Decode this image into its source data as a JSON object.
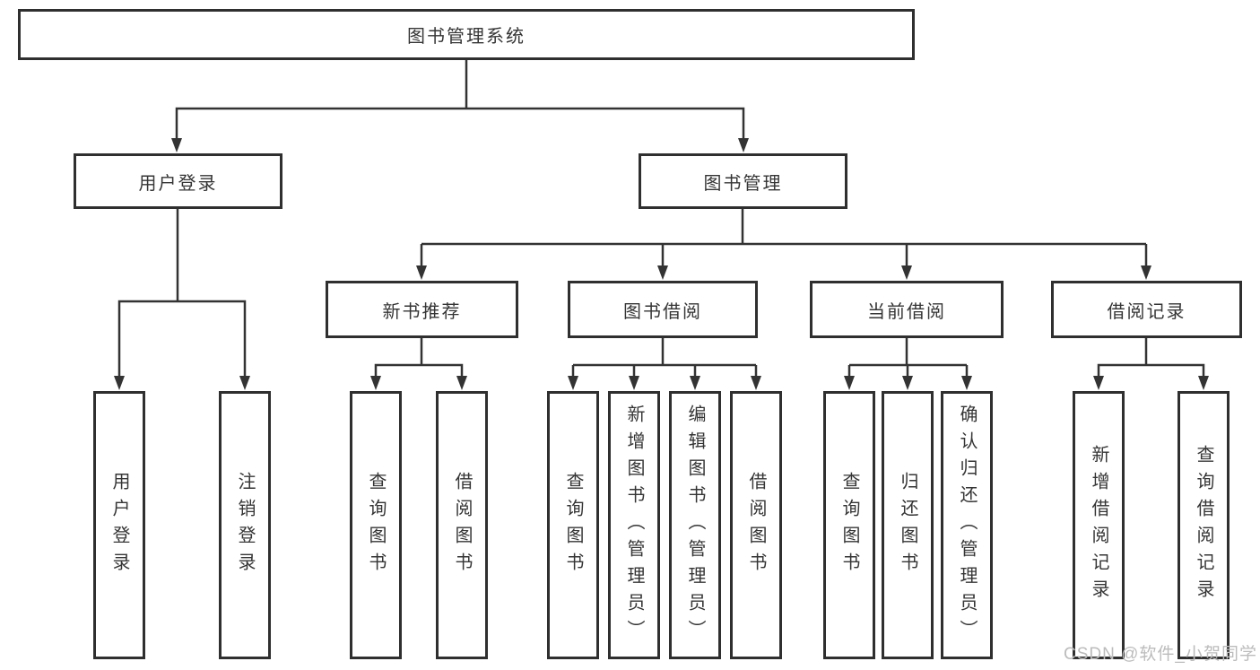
{
  "diagram": {
    "title": "图书管理系统",
    "root": {
      "label": "图书管理系统"
    },
    "level2": [
      {
        "label": "用户登录"
      },
      {
        "label": "图书管理"
      }
    ],
    "level3": [
      {
        "label": "新书推荐",
        "parent": "图书管理"
      },
      {
        "label": "图书借阅",
        "parent": "图书管理"
      },
      {
        "label": "当前借阅",
        "parent": "图书管理"
      },
      {
        "label": "借阅记录",
        "parent": "图书管理"
      }
    ],
    "leaves": [
      {
        "label": "用户登录",
        "parent": "用户登录"
      },
      {
        "label": "注销登录",
        "parent": "用户登录"
      },
      {
        "label": "查询图书",
        "parent": "新书推荐"
      },
      {
        "label": "借阅图书",
        "parent": "新书推荐"
      },
      {
        "label": "查询图书",
        "parent": "图书借阅"
      },
      {
        "label": "新增图书（管理员）",
        "parent": "图书借阅"
      },
      {
        "label": "编辑图书（管理员）",
        "parent": "图书借阅"
      },
      {
        "label": "借阅图书",
        "parent": "图书借阅"
      },
      {
        "label": "查询图书",
        "parent": "当前借阅"
      },
      {
        "label": "归还图书",
        "parent": "当前借阅"
      },
      {
        "label": "确认归还（管理员）",
        "parent": "当前借阅"
      },
      {
        "label": "新增借阅记录",
        "parent": "借阅记录"
      },
      {
        "label": "查询借阅记录",
        "parent": "借阅记录"
      }
    ]
  },
  "watermark": {
    "text": "CSDN @软件_小贺同学"
  },
  "colors": {
    "background": "#ffffff",
    "line": "#333333",
    "box_border": "#2f2f2f",
    "text": "#353535",
    "watermark": "#bcbcbc"
  }
}
